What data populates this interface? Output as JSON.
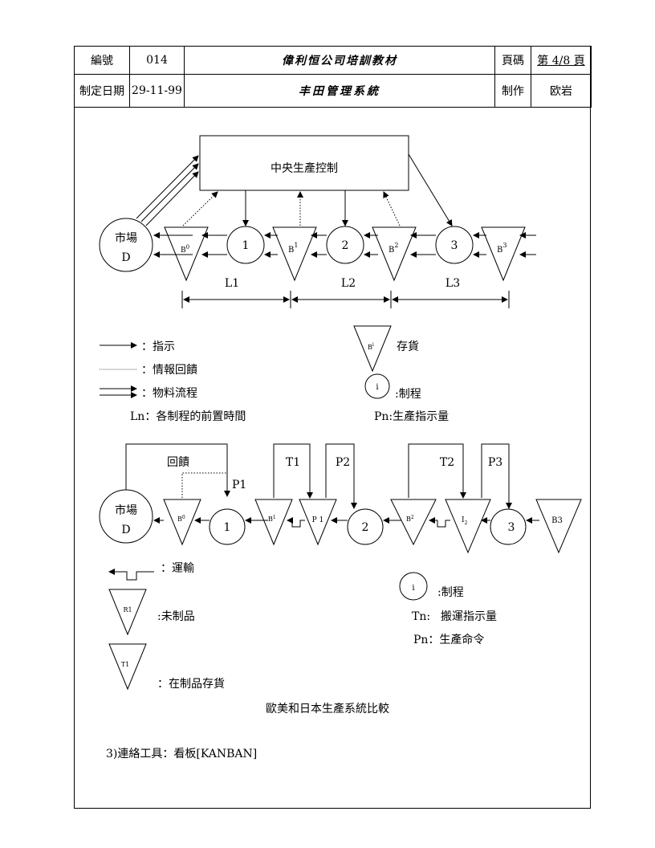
{
  "header": {
    "code_label": "編號",
    "code_value": "014",
    "title_line1": "偉利恒公司培訓教材",
    "page_label": "頁碼",
    "page_value": "第 4/8 頁",
    "date_label": "制定日期",
    "date_value": "29-11-99",
    "title_line2": "丰田管理系統",
    "author_label": "制作",
    "author_value": "欧岩"
  },
  "diagram1": {
    "central": "中央生產控制",
    "market_line1": "市場",
    "market_line2": "D",
    "processes": [
      "1",
      "2",
      "3"
    ],
    "buffers": [
      "B",
      "B",
      "B",
      "B"
    ],
    "buffer_sup": [
      "0",
      "1",
      "2",
      "3"
    ],
    "lead_times": [
      "L1",
      "L2",
      "L3"
    ]
  },
  "legend1": {
    "instruction": "：指示",
    "info_feedback": "：情報回饋",
    "material_flow": "：物料流程",
    "ln_desc": "Ln：各制程的前置時間",
    "inventory_tri": "B",
    "inventory_sup": "i",
    "inventory": "存貨",
    "process_circle": "i",
    "process": ":制程",
    "pn_desc": "Pn:生產指示量"
  },
  "diagram2": {
    "market_line1": "市場",
    "market_line2": "D",
    "feedback": "回饋",
    "p1_top": "P1",
    "t1": "T1",
    "p2": "P2",
    "t2": "T2",
    "p3": "P3",
    "b0": "B",
    "b0_sup": "0",
    "b1": "B",
    "b1_sup": "1",
    "p1_tri": "P 1",
    "b2": "B",
    "b2_sup": "2",
    "i2": "I",
    "i2_sub": "2",
    "b3": "B3",
    "processes": [
      "1",
      "2",
      "3"
    ]
  },
  "legend2": {
    "transport": "：運輸",
    "r1_tri": "R1",
    "unfinished": ":未制品",
    "t1_tri": "T1",
    "wip": "：在制品存貨",
    "process_circle": "i",
    "process": ":制程",
    "tn_label": "Tn:",
    "tn_desc": "搬運指示量",
    "pn_desc": "Pn：生產命令"
  },
  "caption": "歐美和日本生產系統比較",
  "footer_note": "3)連絡工具：看板[KANBAN]"
}
